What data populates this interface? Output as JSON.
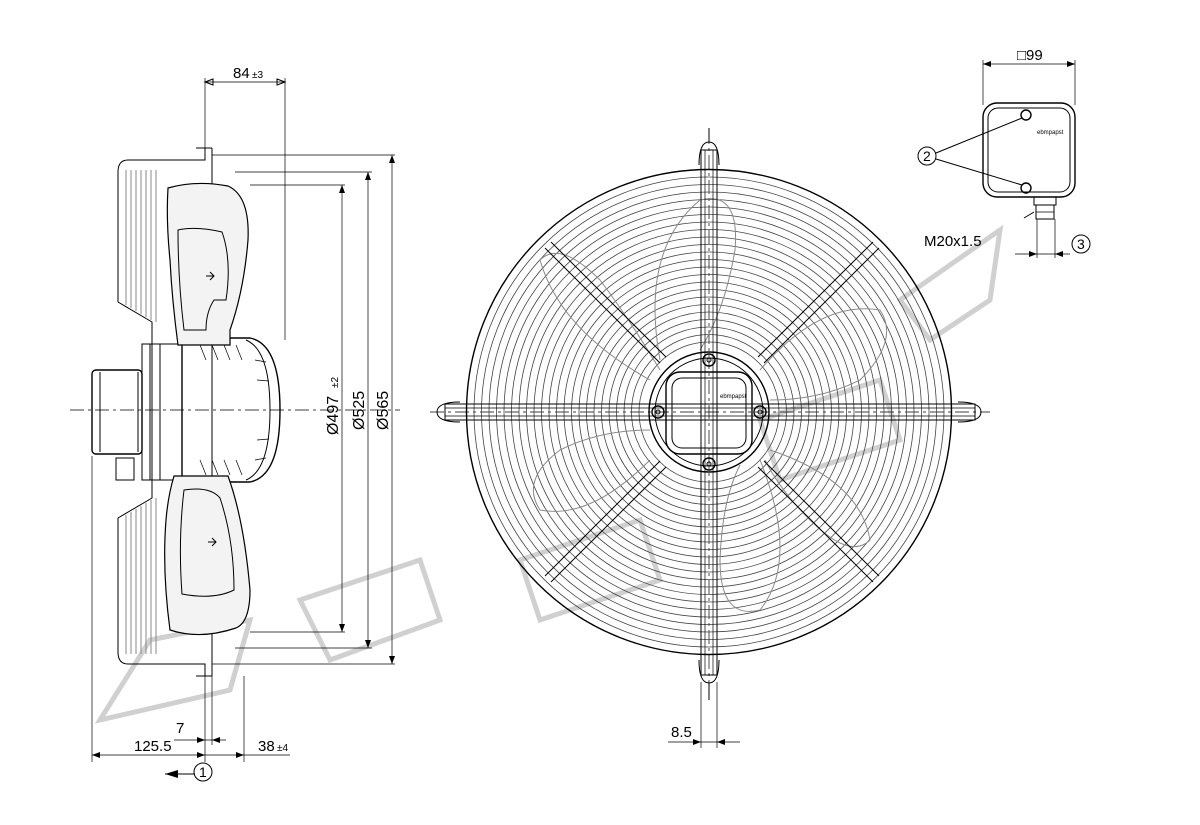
{
  "side_view": {
    "dim_depth": "84",
    "dim_depth_tol": "±3",
    "dim_d497": "Ø497",
    "dim_d497_tol": "±2",
    "dim_d525": "Ø525",
    "dim_d565": "Ø565",
    "dim_7": "7",
    "dim_125_5": "125.5",
    "dim_38": "38",
    "dim_38_tol": "±4",
    "callout_1": "1"
  },
  "front_view": {
    "dim_8_5": "8.5",
    "hub_brand": "ebmpapst"
  },
  "terminal_box": {
    "dim_99": "□99",
    "callout_2": "2",
    "callout_3": "3",
    "thread_label": "M20x1.5",
    "brand": "ebmpapst"
  }
}
